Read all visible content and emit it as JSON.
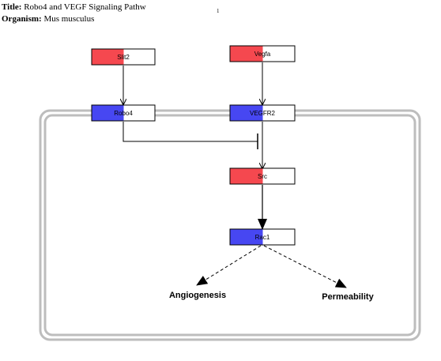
{
  "header": {
    "title_label": "Title:",
    "title_value": "Robo4 and VEGF Signaling Pathw",
    "organism_label": "Organism:",
    "organism_value": "Mus musculus",
    "page_number": "1"
  },
  "colors": {
    "red": "#f5484f",
    "blue": "#4747f2",
    "membrane": "#bdbdbd"
  },
  "nodes": [
    {
      "id": "slit2",
      "label": "Slit2",
      "color": "red"
    },
    {
      "id": "vegfa",
      "label": "Vegfa",
      "color": "red"
    },
    {
      "id": "robo4",
      "label": "Robo4",
      "color": "blue"
    },
    {
      "id": "vegfr2",
      "label": "VEGFR2",
      "color": "blue"
    },
    {
      "id": "src",
      "label": "Src",
      "color": "red"
    },
    {
      "id": "rac1",
      "label": "Rac1",
      "color": "blue"
    }
  ],
  "outcomes": [
    {
      "id": "angiogenesis",
      "label": "Angiogenesis"
    },
    {
      "id": "permeability",
      "label": "Permeability"
    }
  ]
}
